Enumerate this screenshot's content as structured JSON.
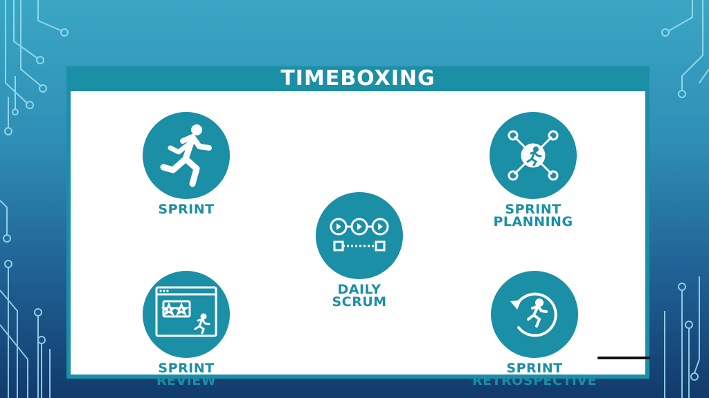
{
  "slide": {
    "title": "TIMEBOXING",
    "items": [
      {
        "line1": "SPRINT",
        "line2": "",
        "icon": "runner-icon"
      },
      {
        "line1": "SPRINT",
        "line2": "PLANNING",
        "icon": "network-runner-icon"
      },
      {
        "line1": "DAILY",
        "line2": "SCRUM",
        "icon": "daily-cycle-icon"
      },
      {
        "line1": "SPRINT",
        "line2": "REVIEW",
        "icon": "review-window-icon"
      },
      {
        "line1": "SPRINT",
        "line2": "RETROSPECTIVE",
        "icon": "retrospective-arrow-icon"
      }
    ]
  },
  "colors": {
    "accent": "#1a8fa6",
    "background_top": "#3aa6c4",
    "background_bottom": "#123a6b",
    "circuit_lines": "#9fe3f2"
  }
}
